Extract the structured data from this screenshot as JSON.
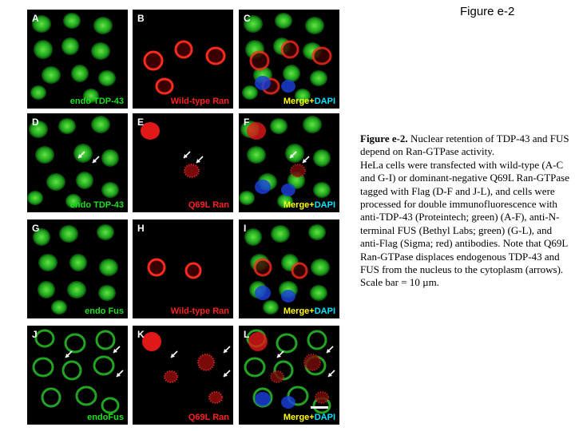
{
  "figure_label": "Figure e-2",
  "panels": [
    {
      "letter": "A",
      "caption_main": "endo TDP-43",
      "caption_extra": "",
      "color": "green"
    },
    {
      "letter": "B",
      "caption_main": "Wild-type Ran",
      "caption_extra": "",
      "color": "red"
    },
    {
      "letter": "C",
      "caption_main": "Merge+",
      "caption_extra": "DAPI",
      "color": "yellow"
    },
    {
      "letter": "D",
      "caption_main": "endo TDP-43",
      "caption_extra": "",
      "color": "green"
    },
    {
      "letter": "E",
      "caption_main": "Q69L Ran",
      "caption_extra": "",
      "color": "red"
    },
    {
      "letter": "F",
      "caption_main": "Merge+",
      "caption_extra": "DAPI",
      "color": "yellow"
    },
    {
      "letter": "G",
      "caption_main": "endo Fus",
      "caption_extra": "",
      "color": "green"
    },
    {
      "letter": "H",
      "caption_main": "Wild-type Ran",
      "caption_extra": "",
      "color": "red"
    },
    {
      "letter": "I",
      "caption_main": "Merge+",
      "caption_extra": "DAPI",
      "color": "yellow"
    },
    {
      "letter": "J",
      "caption_main": "endoFus",
      "caption_extra": "",
      "color": "green"
    },
    {
      "letter": "K",
      "caption_main": "Q69L Ran",
      "caption_extra": "",
      "color": "red"
    },
    {
      "letter": "L",
      "caption_main": "Merge+",
      "caption_extra": "DAPI",
      "color": "yellow"
    }
  ],
  "legend": {
    "title": "Figure e-2.",
    "title_rest": " Nuclear retention of TDP-43 and FUS depend on Ran-GTPase activity.",
    "body": "HeLa cells were transfected with wild-type (A-C and G-I) or dominant-negative Q69L Ran-GTPase tagged with Flag (D-F and J-L), and cells were processed for double immunofluorescence with anti-TDP-43 (Proteintech; green) (A-F), anti-N-terminal FUS (Bethyl Labs; green) (G-L), and anti-Flag (Sigma; red) antibodies. Note that Q69L Ran-GTPase displaces endogenous TDP-43 and FUS from the nucleus to the cytoplasm (arrows). Scale bar = 10 µm."
  },
  "colors": {
    "green": "#1fe01f",
    "red": "#ff2020",
    "yellow": "#ffff00",
    "cyan": "#00e5ff"
  }
}
